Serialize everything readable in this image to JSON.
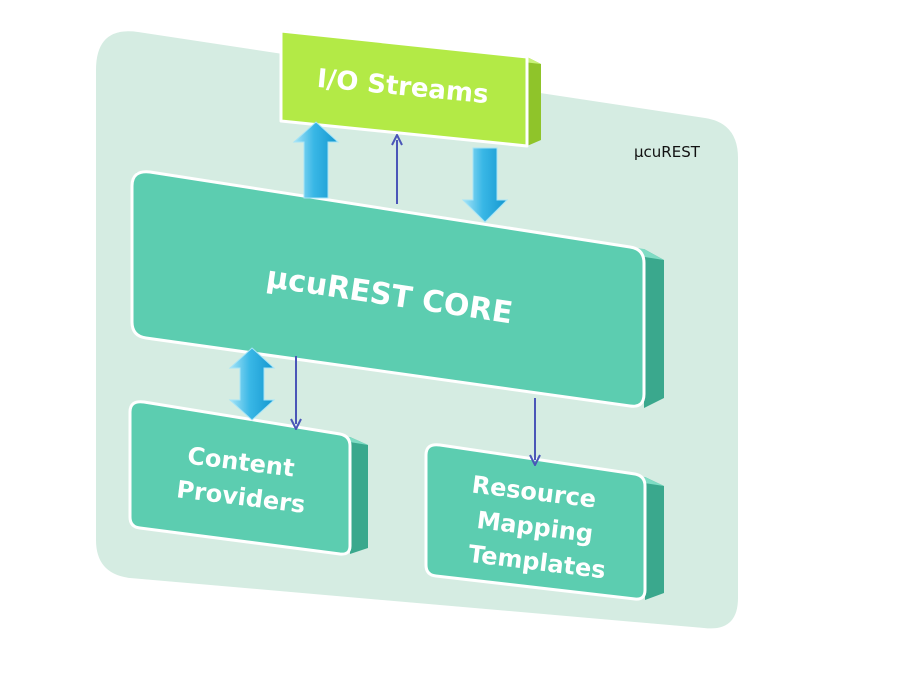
{
  "diagram": {
    "container_label": "µcuREST",
    "nodes": {
      "io_streams": {
        "label": "I/O Streams"
      },
      "core": {
        "label": "µcuREST CORE"
      },
      "content_providers": {
        "label_lines": [
          "Content",
          "Providers"
        ]
      },
      "resource_mapping": {
        "label_lines": [
          "Resource",
          "Mapping",
          "Templates"
        ]
      }
    },
    "colors": {
      "container_fill": "#d5ece2",
      "node_teal": "#5ccdb0",
      "node_teal_side": "#3aa88d",
      "node_green": "#b3ea46",
      "node_green_side": "#8fc42a",
      "arrow_thick_light": "#7fd6f2",
      "arrow_thick_dark": "#1aa0d6",
      "arrow_thin": "#4a56b8"
    }
  }
}
